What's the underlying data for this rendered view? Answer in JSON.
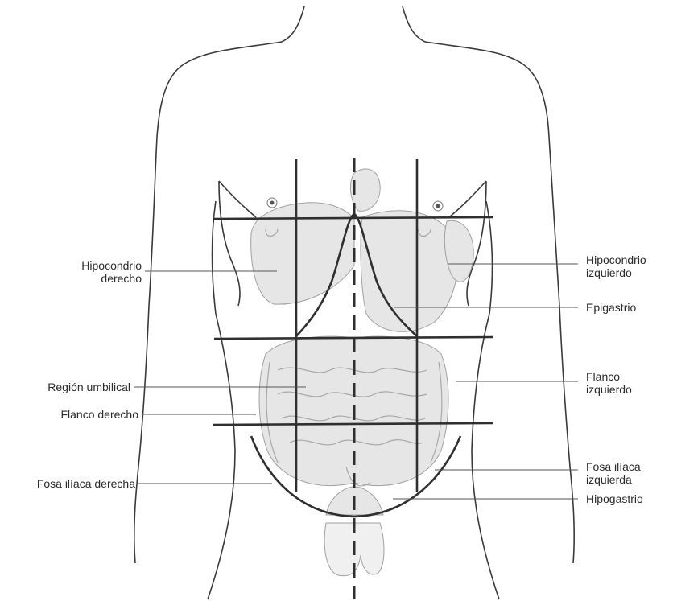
{
  "labels": {
    "hipocondrio_derecho": [
      "Hipocondrio",
      "derecho"
    ],
    "region_umbilical": "Región umbilical",
    "flanco_derecho": "Flanco derecho",
    "fosa_iliaca_derecha": "Fosa ilíaca derecha",
    "hipocondrio_izquierdo": [
      "Hipocondrio",
      "izquierdo"
    ],
    "epigastrio": "Epigastrio",
    "flanco_izquierdo": [
      "Flanco",
      "izquierdo"
    ],
    "fosa_iliaca_izquierda": [
      "Fosa ilíaca",
      "izquierda"
    ],
    "hipogastrio": "Hipogastrio"
  },
  "colors": {
    "outline": "#3a3a3a",
    "organ_fill": "#e4e4e4",
    "organ_stroke": "#9a9a9a",
    "grid_line": "#333333",
    "leader_line": "#555555"
  }
}
